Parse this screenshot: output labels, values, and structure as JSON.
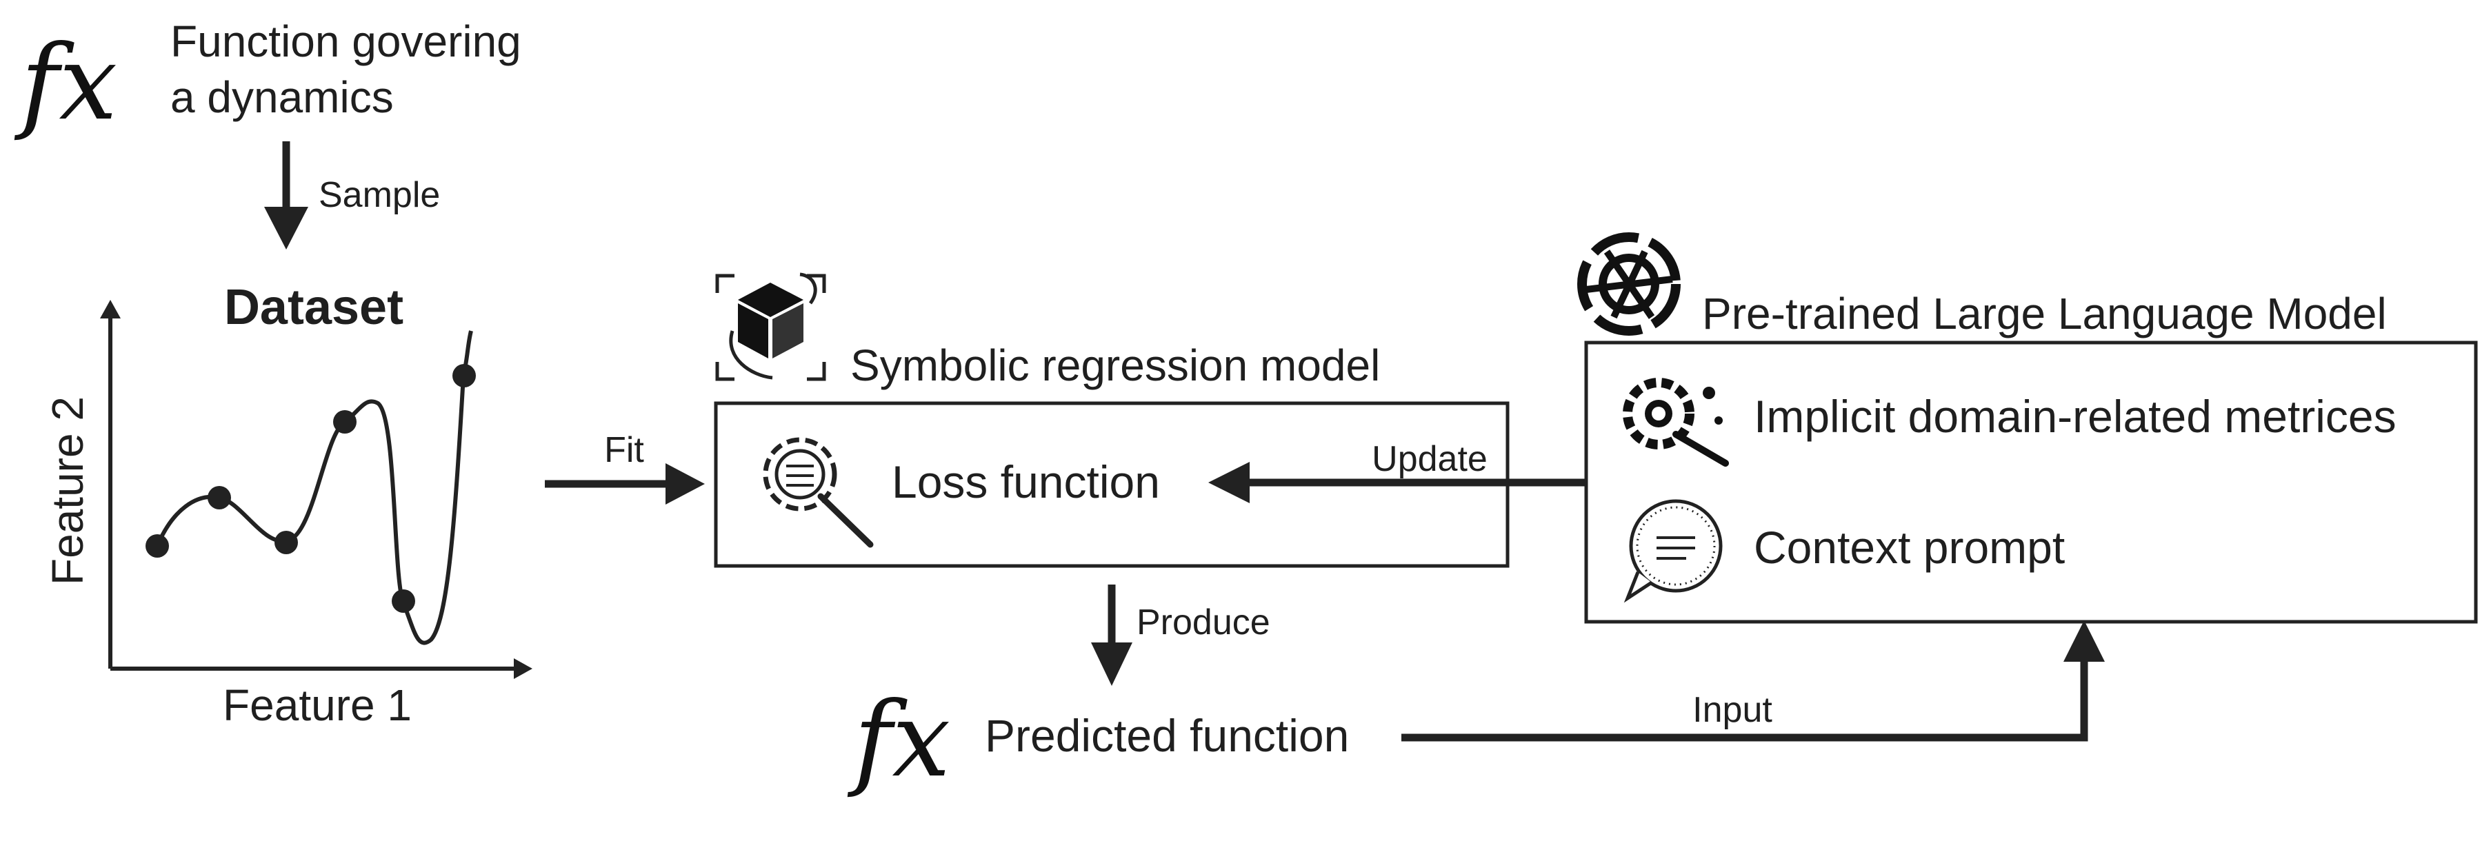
{
  "top": {
    "fx_symbol": "fx",
    "line1": "Function govering",
    "line2": "a dynamics",
    "sample_label": "Sample"
  },
  "dataset": {
    "title": "Dataset",
    "xlabel": "Feature 1",
    "ylabel": "Feature 2"
  },
  "fit_label": "Fit",
  "sr_model": {
    "title": "Symbolic regression model",
    "loss_label": "Loss function",
    "icon": "cube-icon"
  },
  "update_label": "Update",
  "produce_label": "Produce",
  "predicted": {
    "fx_symbol": "fx",
    "label": "Predicted function"
  },
  "input_label": "Input",
  "llm": {
    "title": "Pre-trained Large Language Model",
    "metrics_label": "Implicit domain-related metrices",
    "context_label": "Context prompt",
    "icon": "openai-logo-icon"
  },
  "colors": {
    "ink": "#1f1f1f",
    "background": "#ffffff"
  }
}
